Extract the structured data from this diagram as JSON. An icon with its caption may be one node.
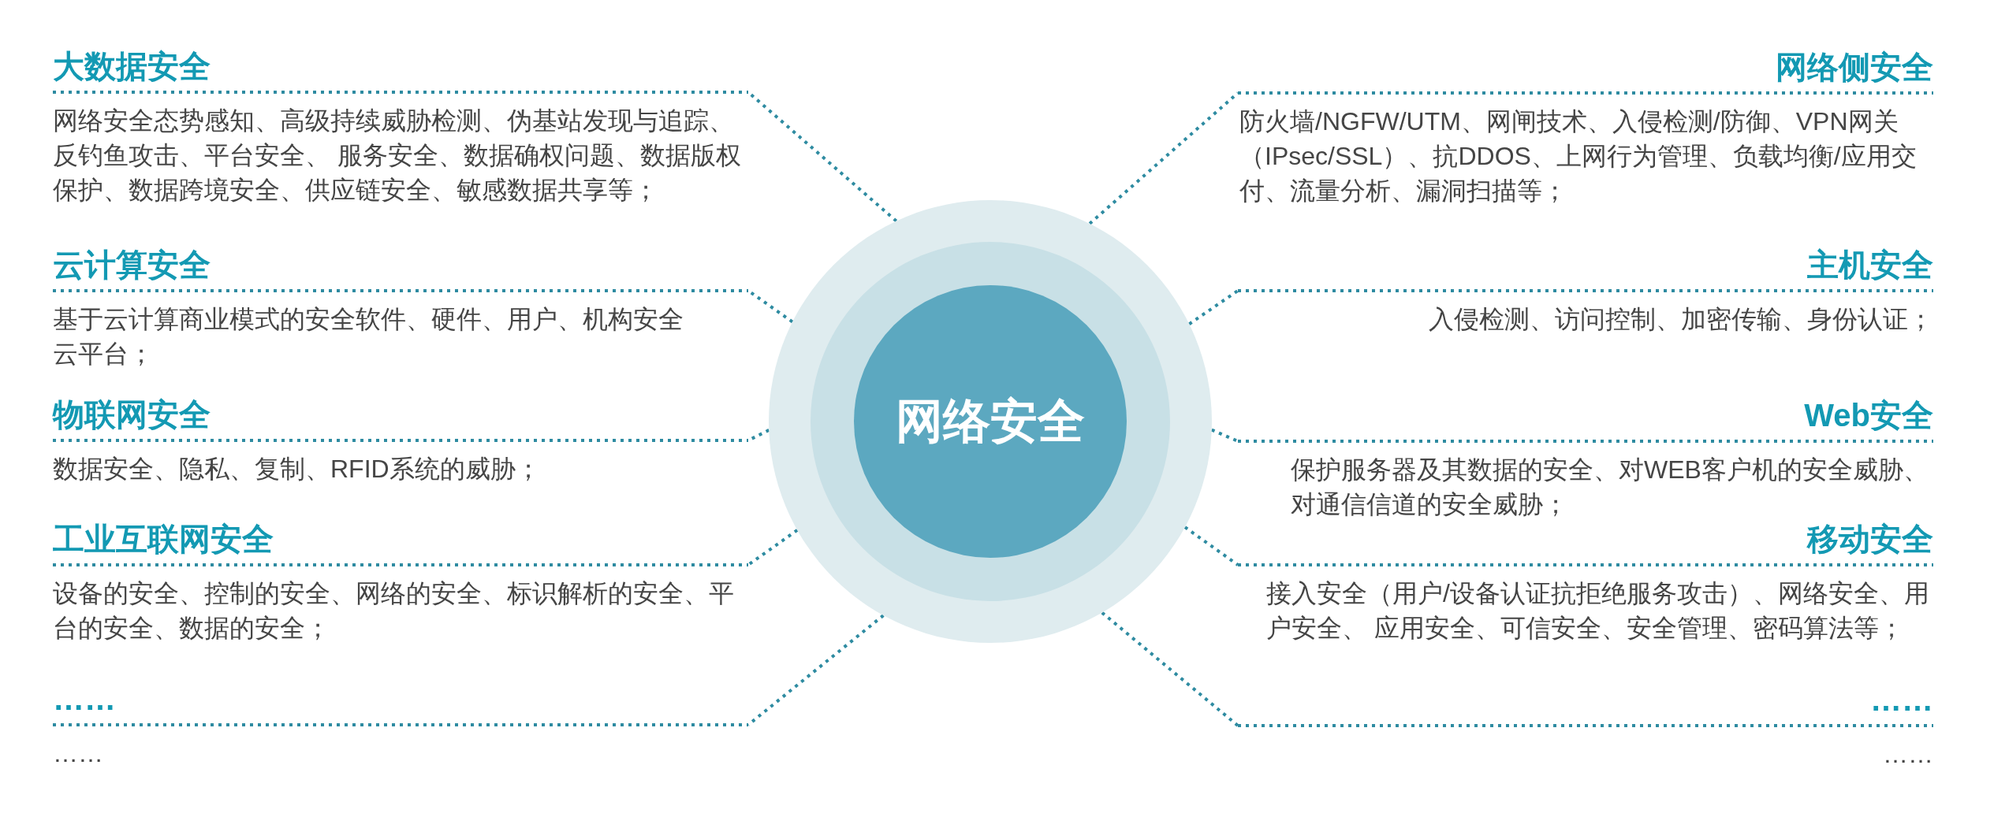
{
  "diagram": {
    "nodes": [
      {
        "text": [
          "网络安全"
        ]
      },
      {
        "text": [
          "大数据安全",
          "网络安全态势感知、高级持续威胁检测、伪基站发现与追踪、反钓鱼攻击、平台安全、 服务安全、数据确权问题、数据版权保护、数据跨境安全、供应链安全、敏感数据共享等；"
        ]
      },
      {
        "text": [
          "云计算安全",
          "基于云计算商业模式的安全软件、硬件、用户、机构安全云平台；"
        ]
      },
      {
        "text": [
          "物联网安全",
          "数据安全、隐私、复制、RFID系统的威胁；"
        ]
      },
      {
        "text": [
          "工业互联网安全",
          "设备的安全、控制的安全、网络的安全、标识解析的安全、平台的安全、数据的安全；"
        ]
      },
      {
        "text": [
          "……",
          "……"
        ]
      },
      {
        "text": [
          "网络侧安全",
          "防火墙/NGFW/UTM、网闸技术、入侵检测/防御、VPN网关（IPsec/SSL）、抗DDOS、上网行为管理、负载均衡/应用交付、流量分析、漏洞扫描等；"
        ]
      },
      {
        "text": [
          "主机安全",
          "入侵检测、访问控制、加密传输、身份认证；"
        ]
      },
      {
        "text": [
          "Web安全",
          "保护服务器及其数据的安全、对WEB客户机的安全威胁、对通信信道的安全威胁；"
        ]
      },
      {
        "text": [
          "移动安全",
          "接入安全（用户/设备认证抗拒绝服务攻击）、网络安全、用户安全、 应用安全、可信安全、安全管理、密码算法等；"
        ]
      },
      {
        "text": [
          "……",
          "……"
        ]
      }
    ],
    "edges": [
      {
        "from": 0,
        "to": 1,
        "arrow": "none",
        "style": "dashed"
      },
      {
        "from": 0,
        "to": 2,
        "arrow": "none",
        "style": "dashed"
      },
      {
        "from": 0,
        "to": 3,
        "arrow": "none",
        "style": "dashed"
      },
      {
        "from": 0,
        "to": 4,
        "arrow": "none",
        "style": "dashed"
      },
      {
        "from": 0,
        "to": 5,
        "arrow": "none",
        "style": "dashed"
      },
      {
        "from": 0,
        "to": 6,
        "arrow": "none",
        "style": "dashed"
      },
      {
        "from": 0,
        "to": 7,
        "arrow": "none",
        "style": "dashed"
      },
      {
        "from": 0,
        "to": 8,
        "arrow": "none",
        "style": "dashed"
      },
      {
        "from": 0,
        "to": 9,
        "arrow": "none",
        "style": "dashed"
      },
      {
        "from": 0,
        "to": 10,
        "arrow": "none",
        "style": "dashed"
      }
    ]
  }
}
